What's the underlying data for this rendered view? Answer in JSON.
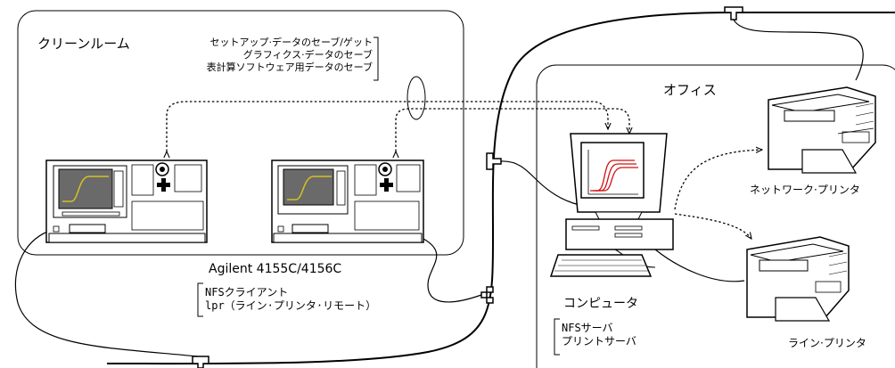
{
  "clean_room": {
    "title": "クリーンルーム",
    "notes": [
      "セットアップ·データのセーブ/ゲット",
      "グラフィクス·データのセーブ",
      "表計算ソフトウェア用データのセーブ"
    ]
  },
  "office": {
    "title": "オフィス"
  },
  "analyzer": {
    "label": "Agilent 4155C/4156C",
    "services": [
      "NFSクライアント",
      "lpr（ライン·プリンタ·リモート）"
    ]
  },
  "computer": {
    "label": "コンピュータ",
    "services": [
      "NFSサーバ",
      "プリントサーバ"
    ]
  },
  "network_printer": {
    "label": "ネットワーク·プリンタ"
  },
  "line_printer": {
    "label": "ライン·プリンタ"
  },
  "colors": {
    "curve_yellow": "#d8c020",
    "curve_red": "#d01010",
    "line": "#000000",
    "screen": "#6a6a6a"
  }
}
